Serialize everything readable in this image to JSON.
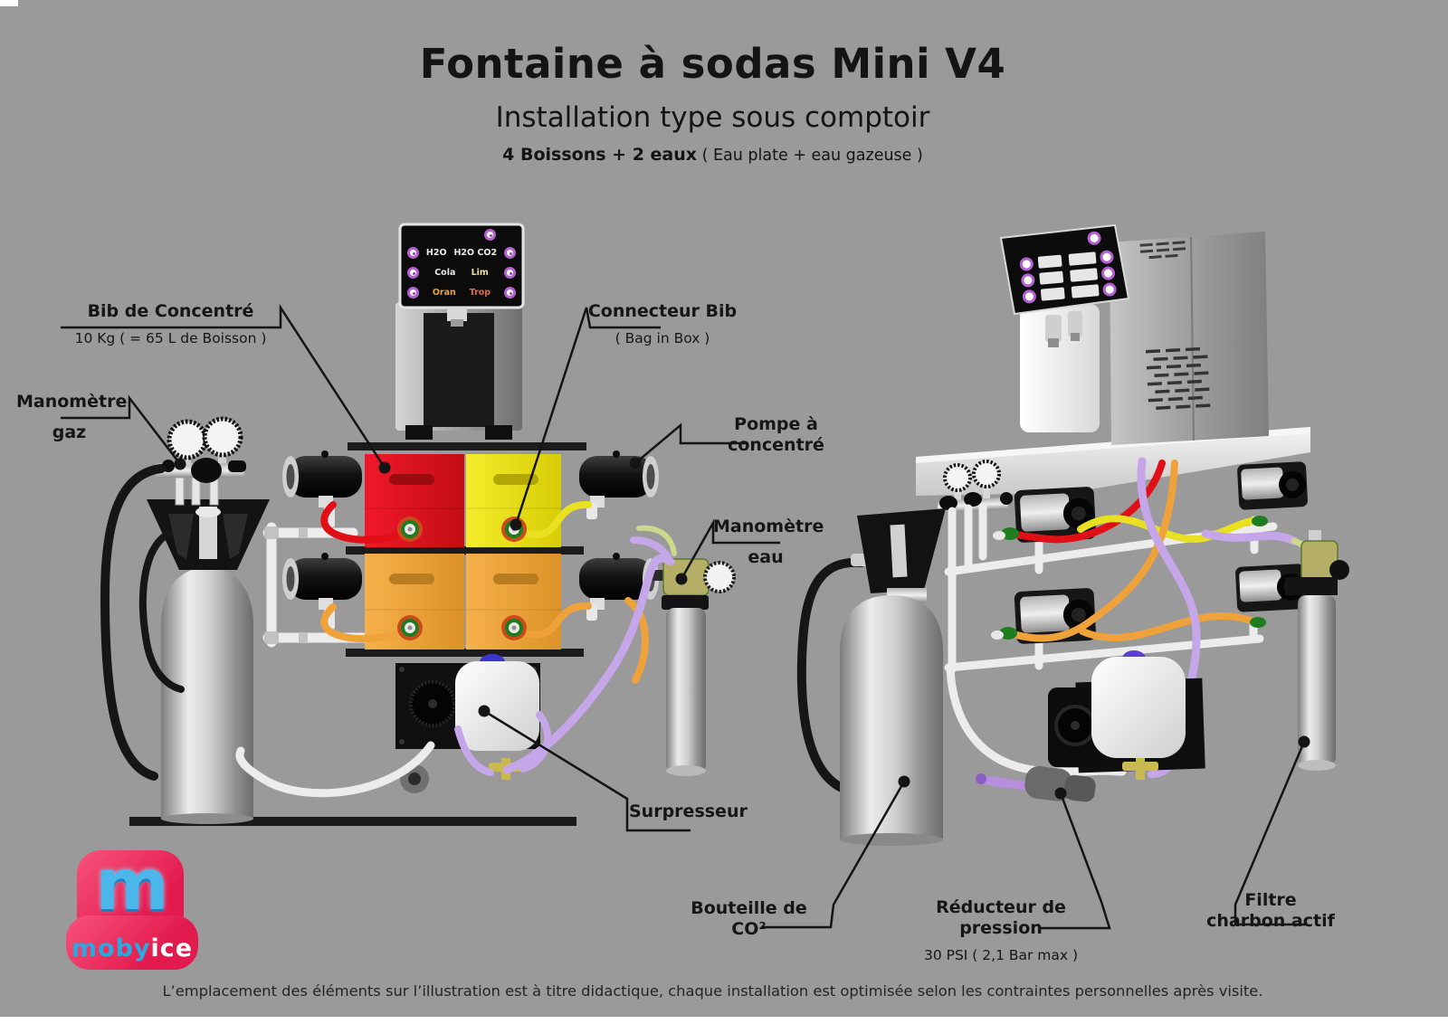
{
  "header": {
    "title": "Fontaine à sodas Mini V4",
    "subtitle": "Installation type sous comptoir",
    "config_bold": "4 Boissons + 2 eaux",
    "config_detail": " ( Eau plate + eau gazeuse )"
  },
  "labels": {
    "bib": {
      "title": "Bib de Concentré",
      "detail": "10 Kg ( = 65 L de Boisson )"
    },
    "manometre_gaz": {
      "line1": "Manomètre",
      "line2": "gaz"
    },
    "connecteur": {
      "title": "Connecteur Bib",
      "detail": "( Bag in Box )"
    },
    "pompe": {
      "title": "Pompe à concentré"
    },
    "manometre_eau": {
      "line1": "Manomètre",
      "line2": "eau"
    },
    "surpresseur": {
      "title": "Surpresseur"
    },
    "bouteille": {
      "title": "Bouteille de CO²"
    },
    "reducteur": {
      "title": "Réducteur de pression",
      "detail": "30 PSI ( 2,1 Bar max )"
    },
    "filtre": {
      "line1": "Filtre",
      "line2": "charbon actif"
    }
  },
  "dispenser_panel": {
    "drinks": [
      "H2O",
      "H2O CO2",
      "Cola",
      "Lim",
      "Oran",
      "Trop"
    ]
  },
  "logo": {
    "m": "m",
    "moby": "moby",
    "ice": "ice"
  },
  "footer": {
    "disclaimer": "L’emplacement des éléments sur l’illustration est à titre didactique, chaque installation est optimisée selon les contraintes personnelles après visite."
  },
  "colors": {
    "background": "#9a9a9a",
    "text": "#161616",
    "bib_red": "#e3101c",
    "bib_yellow": "#efe41f",
    "bib_orange": "#f0a73e",
    "tube_purple": "#c5a6e8",
    "tube_white": "#ececec",
    "connector_green": "#1e7d1f",
    "button_purple": "#b45fd2",
    "logo_pink": "#e8315b",
    "logo_blue": "#29a9e0"
  }
}
